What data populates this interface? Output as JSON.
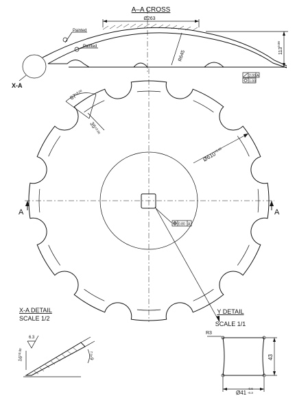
{
  "section_view": {
    "title": "A–A CROSS",
    "dim_diameter_263": "Ø263",
    "painted_label_1": "Painted",
    "painted_label_2": "Painted",
    "radius_label": "R645",
    "height_label": "113",
    "height_tol": "0.00",
    "gdt_row1_value": "2.00",
    "gdt_row1_ref": "A",
    "gdt_row2_value": "1.00",
    "detail_marker": "X-A"
  },
  "disc_view": {
    "angle_label": "67",
    "angle_tol": "±3.00",
    "notch_depth_label": "35",
    "notch_depth_tol": "±3.00",
    "diameter_label": "Ø610",
    "diameter_tol": "+3.00",
    "section_left": "A",
    "section_right": "A",
    "position_gdt_value": "0.80",
    "position_gdt_ref": "A",
    "notch_count": 12
  },
  "detail_xa": {
    "title": "X-A DETAIL",
    "scale": "SCALE 1/2",
    "roughness": "6.3",
    "thickness_label": "16",
    "thickness_tol": "±0.80",
    "angle_label": "6",
    "angle_tol": "±0.1"
  },
  "detail_y": {
    "title": "Y DETAIL",
    "scale": "SCALE 1/1",
    "radius_label": "R3",
    "height_label": "43",
    "width_label": "Ø41",
    "width_tol_upper": "-0.6",
    "width_tol_lower": "-0.3"
  }
}
